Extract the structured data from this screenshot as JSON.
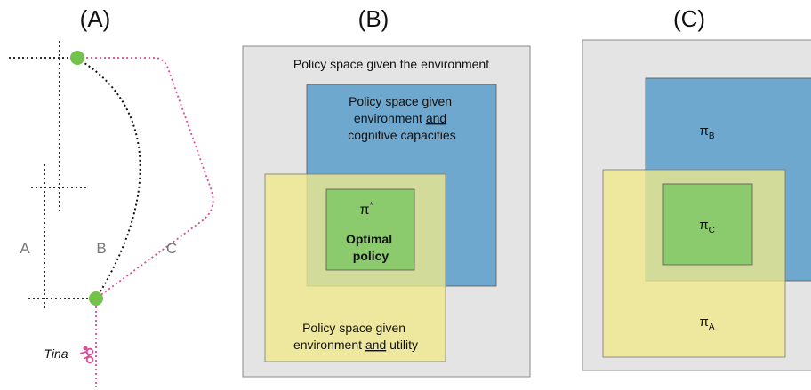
{
  "panel_a": {
    "heading": "(A)",
    "path_labels": {
      "a": "A",
      "b": "B",
      "c": "C"
    },
    "agent_name": "Tina"
  },
  "panel_b": {
    "heading": "(B)",
    "outer_label": "Policy space given the environment",
    "blue_label": [
      "Policy space given",
      "environment ",
      "and",
      " ",
      "cognitive capacities"
    ],
    "yellow_label": [
      "Policy space given",
      "environment ",
      "and",
      " utility"
    ],
    "optimal_symbol": "π",
    "optimal_superscript": "*",
    "optimal_label": [
      "Optimal",
      "policy"
    ]
  },
  "panel_c": {
    "heading": "(C)",
    "pi_b": "π",
    "pi_b_sub": "B",
    "pi_c": "π",
    "pi_c_sub": "C",
    "pi_a": "π",
    "pi_a_sub": "A"
  },
  "colors": {
    "gray_box": "#e4e4e4",
    "gray_border": "#8a8a8a",
    "blue": "#6fa8cf",
    "yellow": "rgba(240,233,138,0.78)",
    "green": "#8bcb6e",
    "node_green": "#73c24b",
    "pink": "#e04a9a"
  }
}
